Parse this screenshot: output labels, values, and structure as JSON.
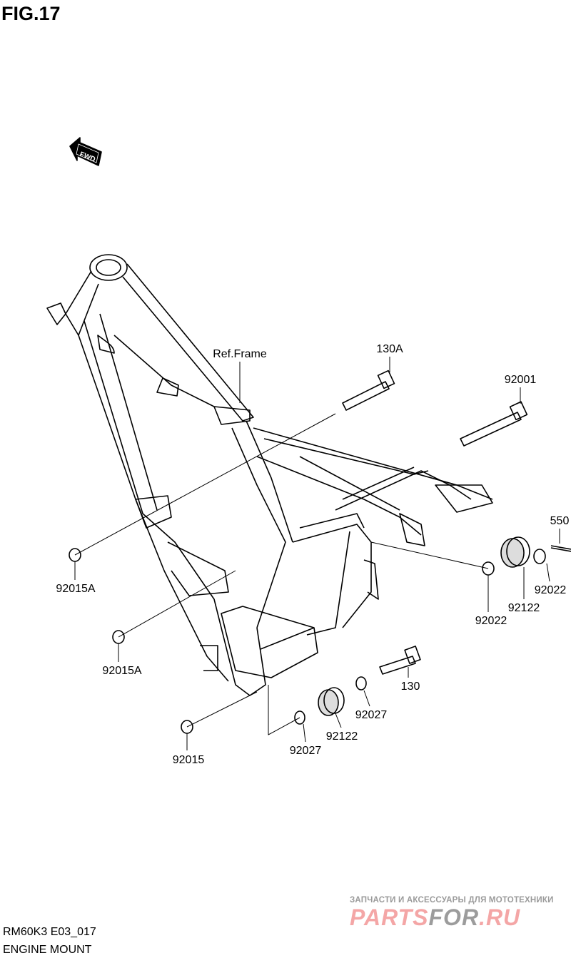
{
  "figure_title": "FIG.17",
  "fwd_label": "FWD",
  "labels": {
    "ref_frame": "Ref.Frame",
    "p130A": "130A",
    "p92001": "92001",
    "p550": "550",
    "p92015A_upper": "92015A",
    "p92022_left": "92022",
    "p92122_right": "92122",
    "p92022_right": "92022",
    "p92015A_lower": "92015A",
    "p130": "130",
    "p92027_right": "92027",
    "p92122_lower": "92122",
    "p92027_lower": "92027",
    "p92015": "92015"
  },
  "footer": {
    "code": "RM60K3 E03_017",
    "title": "ENGINE MOUNT"
  },
  "watermark": {
    "tagline": "ЗАПЧАСТИ И АКСЕССУАРЫ ДЛЯ МОТОТЕХНИКИ",
    "brand_a": "PARTS",
    "brand_b": "FOR",
    "brand_c": ".RU"
  }
}
